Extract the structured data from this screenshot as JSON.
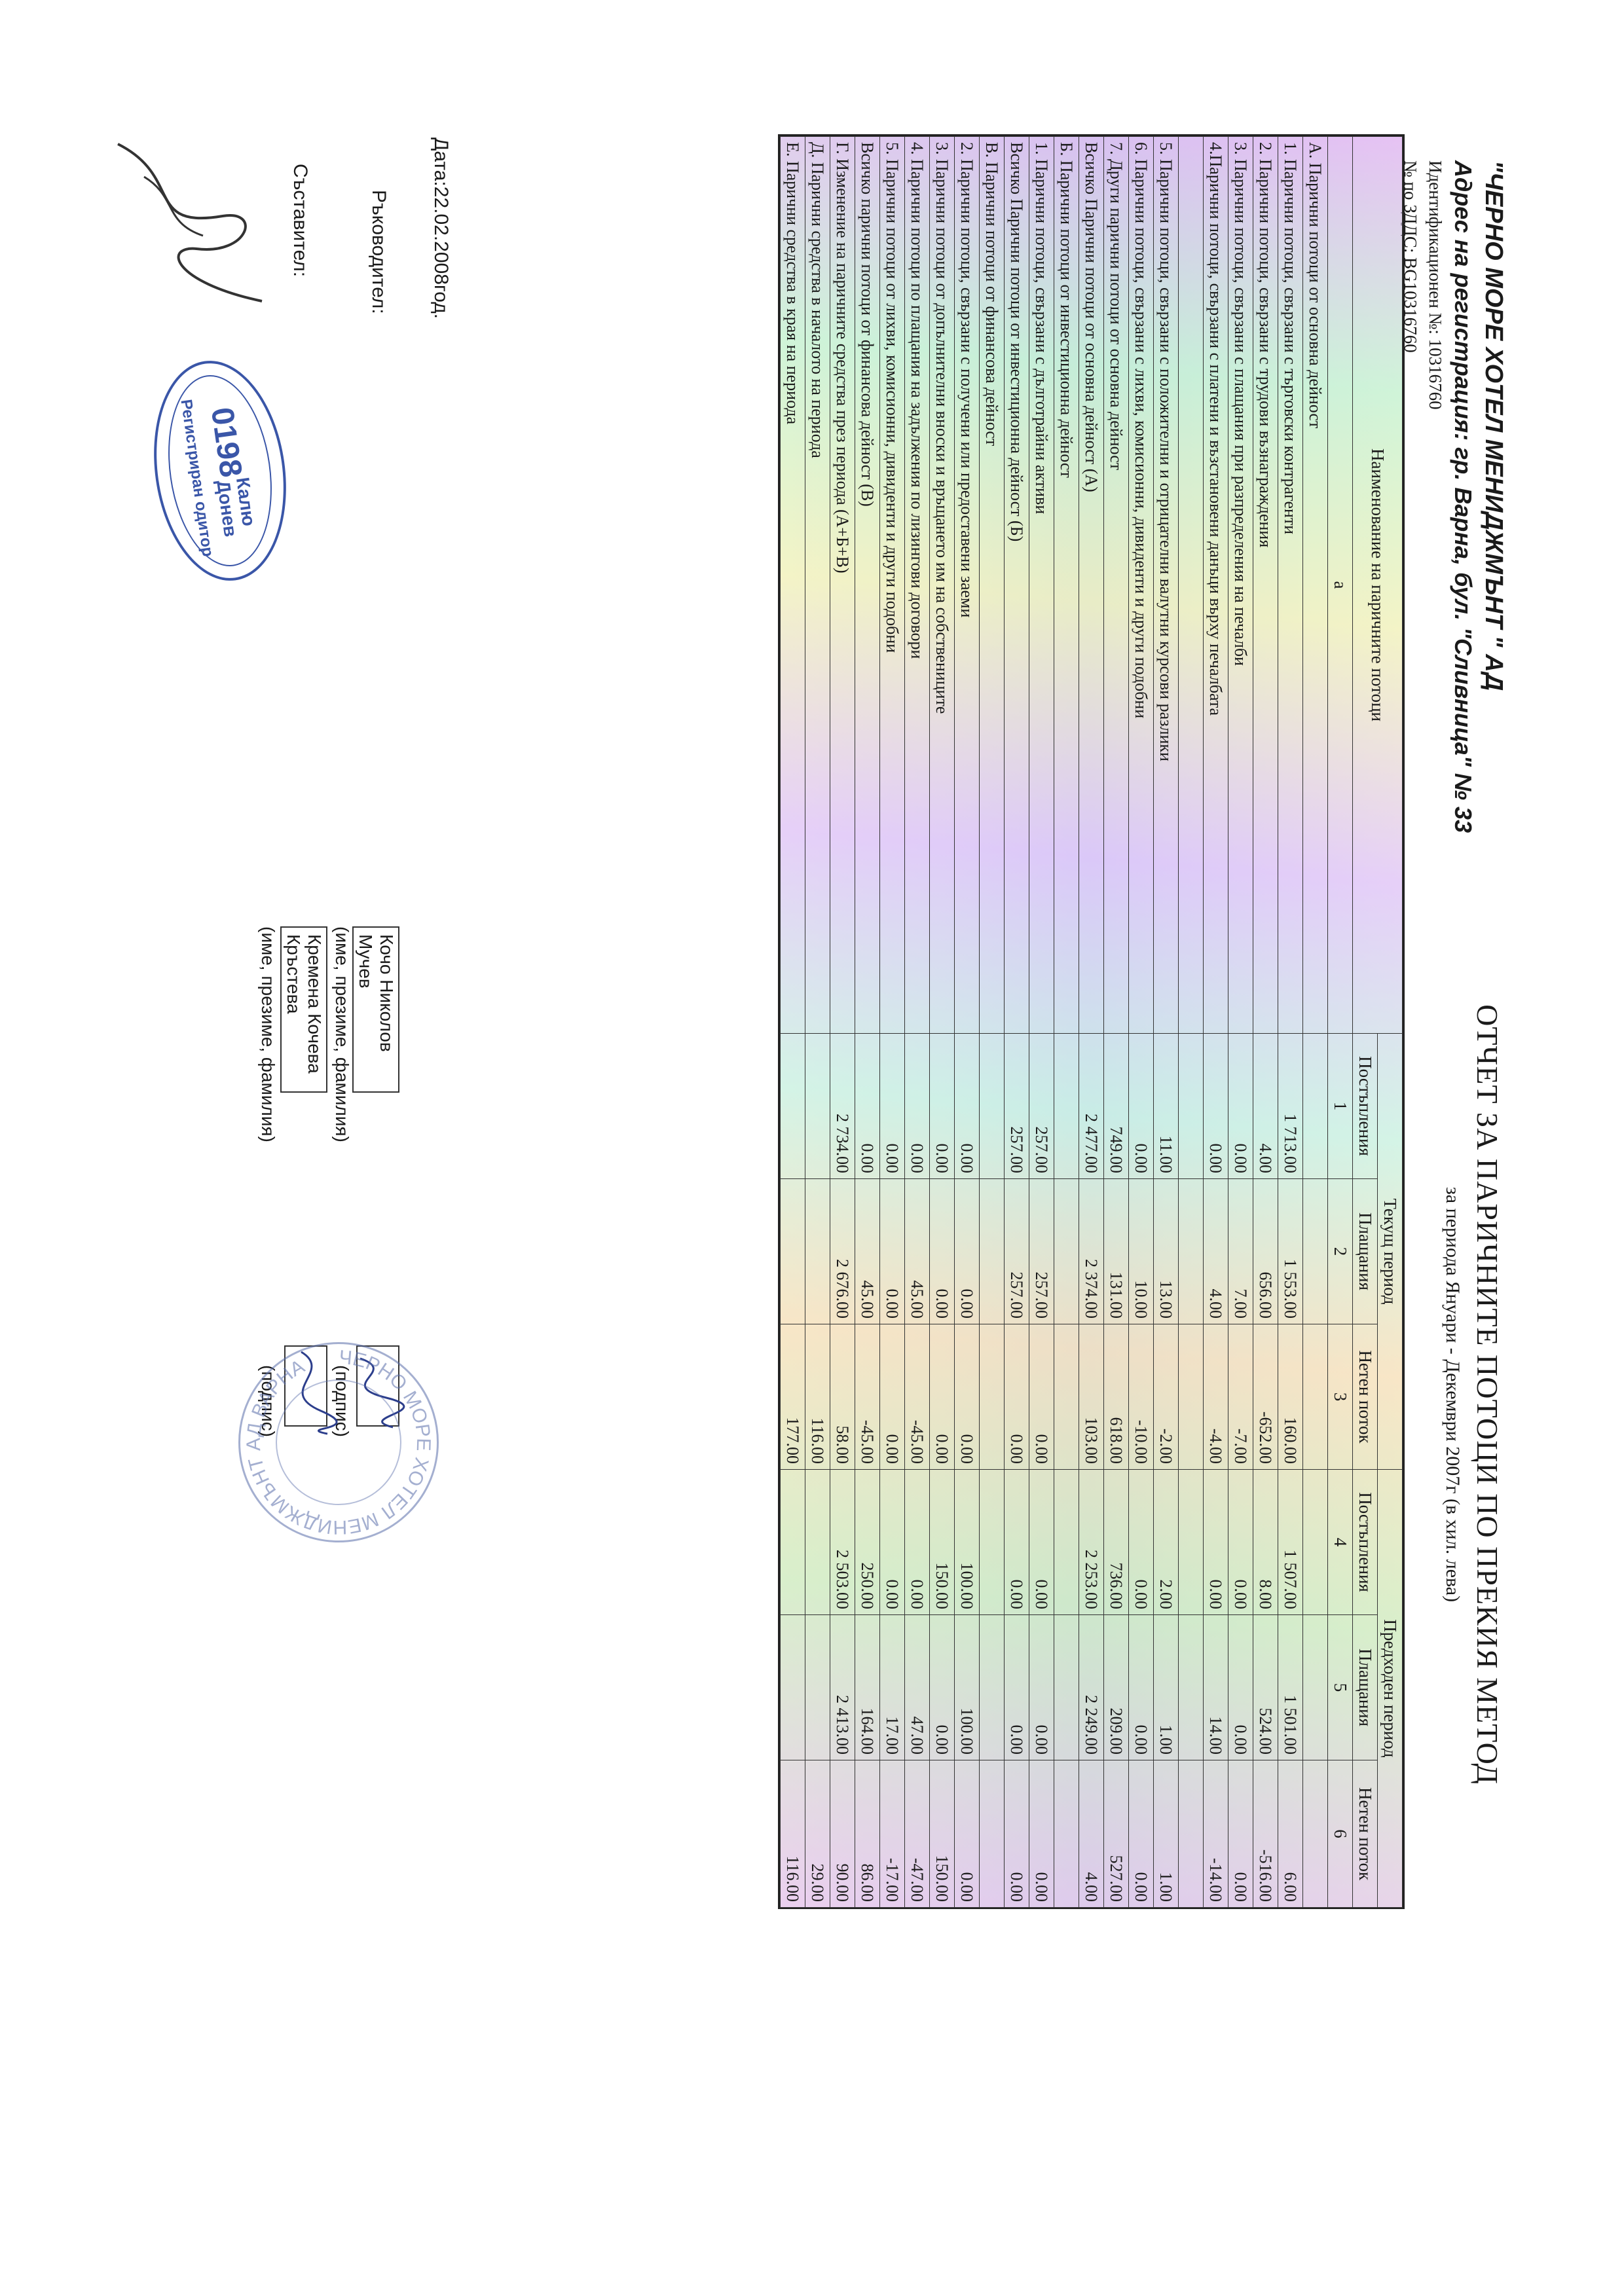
{
  "company": {
    "name": "\"ЧЕРНО МОРЕ ХОТЕЛ МЕНИДЖМЪНТ \" АД",
    "address": "Адрес на регистрация: гр. Варна, бул. \"Сливница\" № 33",
    "id_line": "Идентификационен №: 10316760",
    "vat_line": "№ по ЗДДС: BG10316760"
  },
  "report": {
    "title": "ОТЧЕТ ЗА ПАРИЧНИТЕ ПОТОЦИ ПО ПРЕКИЯ МЕТОД",
    "subtitle": "за периода Януари - Декември 2007г (в хил. лева)"
  },
  "table": {
    "header": {
      "name_col": "Наименование на паричните потоци",
      "current_period": "Текущ период",
      "previous_period": "Предходен период",
      "receipts": "Постъпления",
      "payments": "Плащания",
      "net_flow": "Нетен поток",
      "index_a": "а",
      "index_1": "1",
      "index_2": "2",
      "index_3": "3",
      "index_4": "4",
      "index_5": "5",
      "index_6": "6"
    },
    "rows": [
      {
        "label": "А. Парични потоци от основна дейност",
        "c1": "",
        "c2": "",
        "c3": "",
        "c4": "",
        "c5": "",
        "c6": ""
      },
      {
        "label": "1. Парични потоци, свързани с търговски контрагенти",
        "c1": "1 713.00",
        "c2": "1 553.00",
        "c3": "160.00",
        "c4": "1 507.00",
        "c5": "1 501.00",
        "c6": "6.00"
      },
      {
        "label": "2. Парични потоци, свързани с трудови възнаграждения",
        "c1": "4.00",
        "c2": "656.00",
        "c3": "-652.00",
        "c4": "8.00",
        "c5": "524.00",
        "c6": "-516.00"
      },
      {
        "label": "3. Парични потоци, свързани с плащания при разпределения на печалби",
        "c1": "0.00",
        "c2": "7.00",
        "c3": "-7.00",
        "c4": "0.00",
        "c5": "0.00",
        "c6": "0.00"
      },
      {
        "label": "4.Парични потоци, свързани с платени и възстановени данъци върху печалбата",
        "c1": "0.00",
        "c2": "4.00",
        "c3": "-4.00",
        "c4": "0.00",
        "c5": "14.00",
        "c6": "-14.00"
      },
      {
        "label": "",
        "c1": "",
        "c2": "",
        "c3": "",
        "c4": "",
        "c5": "",
        "c6": ""
      },
      {
        "label": "5. Парични потоци, свързани с положителни и отрицателни валутни курсови разлики",
        "c1": "11.00",
        "c2": "13.00",
        "c3": "-2.00",
        "c4": "2.00",
        "c5": "1.00",
        "c6": "1.00"
      },
      {
        "label": "6. Парични потоци, свързани с лихви, комисионни, дивиденти и други подобни",
        "c1": "0.00",
        "c2": "10.00",
        "c3": "-10.00",
        "c4": "0.00",
        "c5": "0.00",
        "c6": "0.00"
      },
      {
        "label": "7. Други парични потоци от основна дейност",
        "c1": "749.00",
        "c2": "131.00",
        "c3": "618.00",
        "c4": "736.00",
        "c5": "209.00",
        "c6": "527.00"
      },
      {
        "label": "Всичко Парични потоци от основна дейност (А)",
        "c1": "2 477.00",
        "c2": "2 374.00",
        "c3": "103.00",
        "c4": "2 253.00",
        "c5": "2 249.00",
        "c6": "4.00"
      },
      {
        "label": "Б. Парични потоци от инвестиционна дейност",
        "c1": "",
        "c2": "",
        "c3": "",
        "c4": "",
        "c5": "",
        "c6": ""
      },
      {
        "label": "1. Парични потоци, свързани с дълготрайни активи",
        "c1": "257.00",
        "c2": "257.00",
        "c3": "0.00",
        "c4": "0.00",
        "c5": "0.00",
        "c6": "0.00"
      },
      {
        "label": "Всичко Парични потоци от инвестиционна дейност (Б)",
        "c1": "257.00",
        "c2": "257.00",
        "c3": "0.00",
        "c4": "0.00",
        "c5": "0.00",
        "c6": "0.00"
      },
      {
        "label": "В. Парични потоци от финансова дейност",
        "c1": "",
        "c2": "",
        "c3": "",
        "c4": "",
        "c5": "",
        "c6": ""
      },
      {
        "label": "2. Парични потоци, свързани с получени или предоставени заеми",
        "c1": "0.00",
        "c2": "0.00",
        "c3": "0.00",
        "c4": "100.00",
        "c5": "100.00",
        "c6": "0.00"
      },
      {
        "label": "3. Парични потоци от допълнителни вноски и връщането им на собствениците",
        "c1": "0.00",
        "c2": "0.00",
        "c3": "0.00",
        "c4": "150.00",
        "c5": "0.00",
        "c6": "150.00"
      },
      {
        "label": "4. Парични потоци по плащания на задължения по лизингови договори",
        "c1": "0.00",
        "c2": "45.00",
        "c3": "-45.00",
        "c4": "0.00",
        "c5": "47.00",
        "c6": "-47.00"
      },
      {
        "label": "5. Парични потоци от лихви, комисионни, дивиденти и други подобни",
        "c1": "0.00",
        "c2": "0.00",
        "c3": "0.00",
        "c4": "0.00",
        "c5": "17.00",
        "c6": "-17.00"
      },
      {
        "label": "Всичко парични потоци от финансова дейност (В)",
        "c1": "0.00",
        "c2": "45.00",
        "c3": "-45.00",
        "c4": "250.00",
        "c5": "164.00",
        "c6": "86.00"
      },
      {
        "label": "Г. Изменение на паричните средства през периода (А+Б+В)",
        "c1": "2 734.00",
        "c2": "2 676.00",
        "c3": "58.00",
        "c4": "2 503.00",
        "c5": "2 413.00",
        "c6": "90.00"
      },
      {
        "label": "Д. Парични средства в началото на периода",
        "c1": "",
        "c2": "",
        "c3": "116.00",
        "c4": "",
        "c5": "",
        "c6": "29.00"
      },
      {
        "label": "Е. Парични средства в края на периода",
        "c1": "",
        "c2": "",
        "c3": "177.00",
        "c4": "",
        "c5": "",
        "c6": "116.00"
      }
    ]
  },
  "footer": {
    "date": "Дата:22.02.2008год.",
    "manager_label": "Ръководител:",
    "manager_name": "Кочо Николов Мучев",
    "compiler_label": "Съставител:",
    "compiler_name": "Кремена Кочева Кръстева",
    "name_hint": "(име, презиме, фамилия)",
    "signature_hint": "(подпис)"
  },
  "stamps": {
    "auditor_number": "0198",
    "auditor_name": "Калю Донев",
    "auditor_title": "Регистриран одитор",
    "company_stamp_text": "ЧЕРНО МОРЕ ХОТЕЛ МЕНИДЖМЪНТ АД ВАРНА"
  },
  "colors": {
    "stamp_blue": "#3a56a8",
    "ink_blue": "#2c3e8c"
  }
}
